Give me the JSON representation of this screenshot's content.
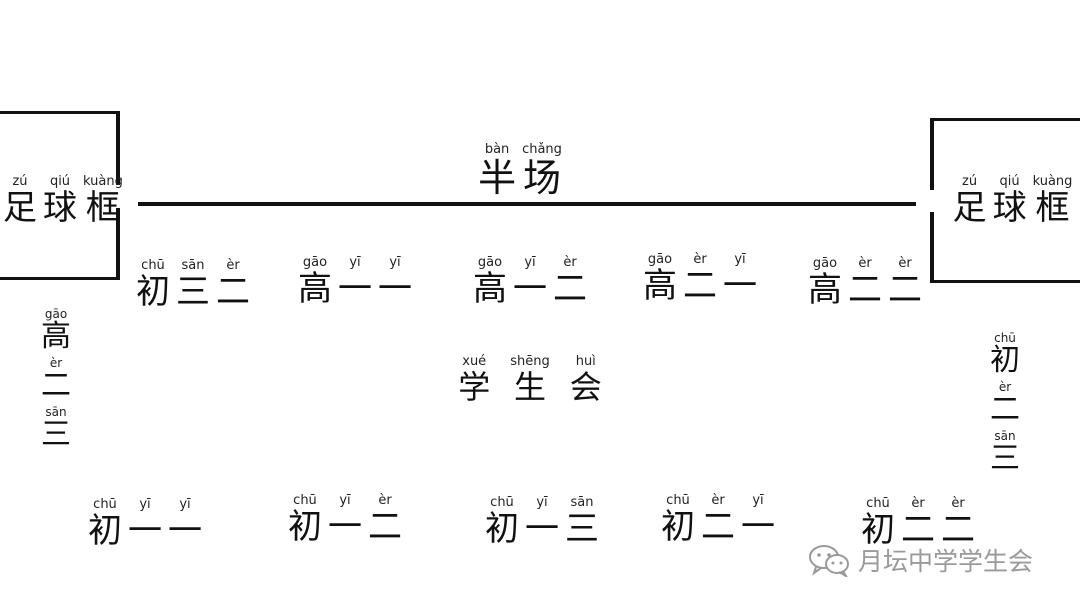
{
  "half_field": {
    "chars": [
      {
        "py": "bàn",
        "hz": "半"
      },
      {
        "py": "chǎng",
        "hz": "场"
      }
    ]
  },
  "goal_left": {
    "chars": [
      {
        "py": "zú",
        "hz": "足"
      },
      {
        "py": "qiú",
        "hz": "球"
      },
      {
        "py": "kuàng",
        "hz": "框"
      }
    ]
  },
  "goal_right": {
    "chars": [
      {
        "py": "zú",
        "hz": "足"
      },
      {
        "py": "qiú",
        "hz": "球"
      },
      {
        "py": "kuàng",
        "hz": "框"
      }
    ]
  },
  "top_row": [
    {
      "chars": [
        {
          "py": "chū",
          "hz": "初"
        },
        {
          "py": "sān",
          "hz": "三"
        },
        {
          "py": "èr",
          "hz": "二"
        }
      ]
    },
    {
      "chars": [
        {
          "py": "gāo",
          "hz": "高"
        },
        {
          "py": "yī",
          "hz": "一"
        },
        {
          "py": "yī",
          "hz": "一"
        }
      ]
    },
    {
      "chars": [
        {
          "py": "gāo",
          "hz": "高"
        },
        {
          "py": "yī",
          "hz": "一"
        },
        {
          "py": "èr",
          "hz": "二"
        }
      ]
    },
    {
      "chars": [
        {
          "py": "gāo",
          "hz": "高"
        },
        {
          "py": "èr",
          "hz": "二"
        },
        {
          "py": "yī",
          "hz": "一"
        }
      ]
    },
    {
      "chars": [
        {
          "py": "gāo",
          "hz": "高"
        },
        {
          "py": "èr",
          "hz": "二"
        },
        {
          "py": "èr",
          "hz": "二"
        }
      ]
    }
  ],
  "student_union": {
    "chars": [
      {
        "py": "xué",
        "hz": "学"
      },
      {
        "py": "shēng",
        "hz": "生"
      },
      {
        "py": "huì",
        "hz": "会"
      }
    ]
  },
  "left_vertical": {
    "chars": [
      {
        "py": "gāo",
        "hz": "高"
      },
      {
        "py": "èr",
        "hz": "二"
      },
      {
        "py": "sān",
        "hz": "三"
      }
    ]
  },
  "right_vertical": {
    "chars": [
      {
        "py": "chū",
        "hz": "初"
      },
      {
        "py": "èr",
        "hz": "二"
      },
      {
        "py": "sān",
        "hz": "三"
      }
    ]
  },
  "bottom_row": [
    {
      "chars": [
        {
          "py": "chū",
          "hz": "初"
        },
        {
          "py": "yī",
          "hz": "一"
        },
        {
          "py": "yī",
          "hz": "一"
        }
      ]
    },
    {
      "chars": [
        {
          "py": "chū",
          "hz": "初"
        },
        {
          "py": "yī",
          "hz": "一"
        },
        {
          "py": "èr",
          "hz": "二"
        }
      ]
    },
    {
      "chars": [
        {
          "py": "chū",
          "hz": "初"
        },
        {
          "py": "yī",
          "hz": "一"
        },
        {
          "py": "sān",
          "hz": "三"
        }
      ]
    },
    {
      "chars": [
        {
          "py": "chū",
          "hz": "初"
        },
        {
          "py": "èr",
          "hz": "二"
        },
        {
          "py": "yī",
          "hz": "一"
        }
      ]
    },
    {
      "chars": [
        {
          "py": "chū",
          "hz": "初"
        },
        {
          "py": "èr",
          "hz": "二"
        },
        {
          "py": "èr",
          "hz": "二"
        }
      ]
    }
  ],
  "watermark": {
    "icon": "wechat-icon",
    "text": "月坛中学学生会",
    "color": "#9a9a9a"
  }
}
